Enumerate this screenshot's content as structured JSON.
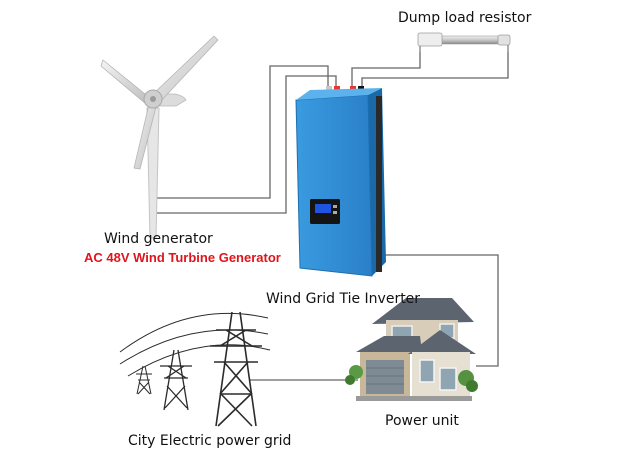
{
  "labels": {
    "dump_load": "Dump load resistor",
    "wind_generator": "Wind generator",
    "turbine_model": "AC 48V Wind Turbine Generator",
    "inverter": "Wind Grid Tie Inverter",
    "power_unit": "Power unit",
    "city_grid": "City Electric power grid"
  },
  "colors": {
    "inverter_blue": "#2c8ed6",
    "label_red": "#e0141b",
    "wire": "#666666"
  },
  "icons": [
    "wind-turbine-icon",
    "dump-load-resistor-icon",
    "inverter-icon",
    "house-icon",
    "transmission-tower-icon"
  ]
}
